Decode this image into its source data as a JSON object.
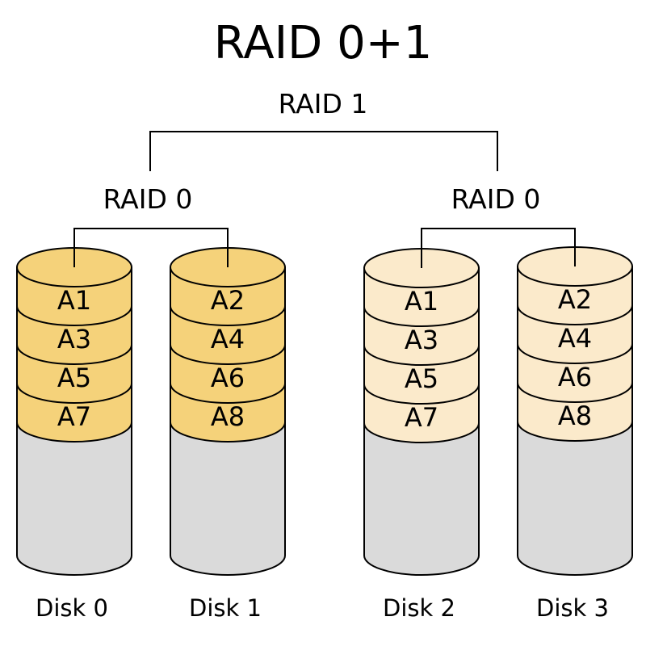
{
  "title": "RAID 0+1",
  "top_group": {
    "label": "RAID 1"
  },
  "sub_groups": [
    {
      "label": "RAID 0"
    },
    {
      "label": "RAID 0"
    }
  ],
  "colors": {
    "primary_fill": "#f5d27a",
    "mirror_fill": "#fbeacb",
    "empty_fill": "#dadada",
    "stroke": "#000000"
  },
  "disks": [
    {
      "name": "Disk 0",
      "blocks": [
        "A1",
        "A3",
        "A5",
        "A7"
      ],
      "fill": "primary"
    },
    {
      "name": "Disk 1",
      "blocks": [
        "A2",
        "A4",
        "A6",
        "A8"
      ],
      "fill": "primary"
    },
    {
      "name": "Disk 2",
      "blocks": [
        "A1",
        "A3",
        "A5",
        "A7"
      ],
      "fill": "mirror"
    },
    {
      "name": "Disk 3",
      "blocks": [
        "A2",
        "A4",
        "A6",
        "A8"
      ],
      "fill": "mirror"
    }
  ]
}
